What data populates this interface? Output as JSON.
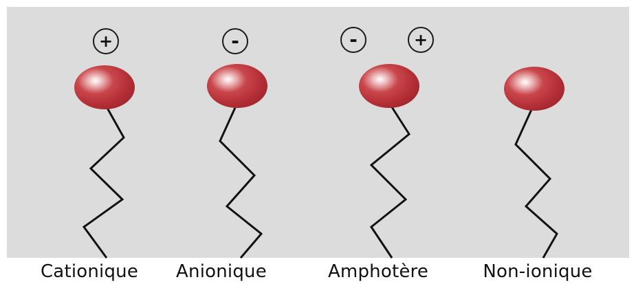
{
  "colors": {
    "panel_background": "#dcdcdc",
    "head_color": "#c0393f",
    "tail_color": "#111111"
  },
  "surfactants": [
    {
      "label": "Cationique",
      "charges": [
        "+"
      ]
    },
    {
      "label": "Anionique",
      "charges": [
        "-"
      ]
    },
    {
      "label": "Amphotère",
      "charges": [
        "-",
        "+"
      ]
    },
    {
      "label": "Non-ionique",
      "charges": []
    }
  ]
}
